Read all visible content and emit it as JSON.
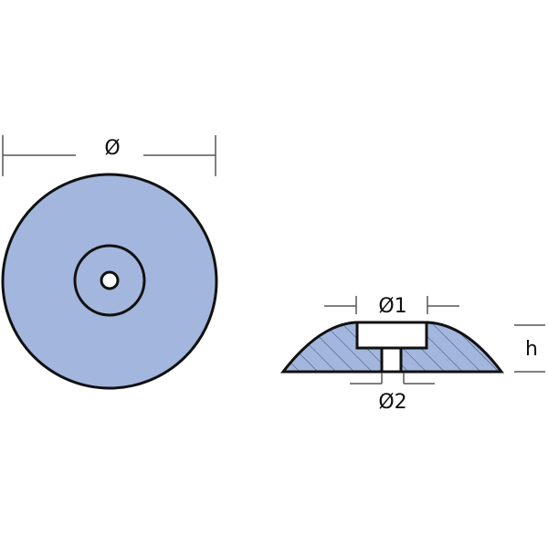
{
  "labels": {
    "diameter": "Ø",
    "diameter_1": "Ø1",
    "diameter_2": "Ø2",
    "height": "h"
  },
  "colors": {
    "fill": "#a3b6dd",
    "outline": "#111111",
    "dimension_line": "#555555",
    "hatch": "#3a4a6a"
  }
}
